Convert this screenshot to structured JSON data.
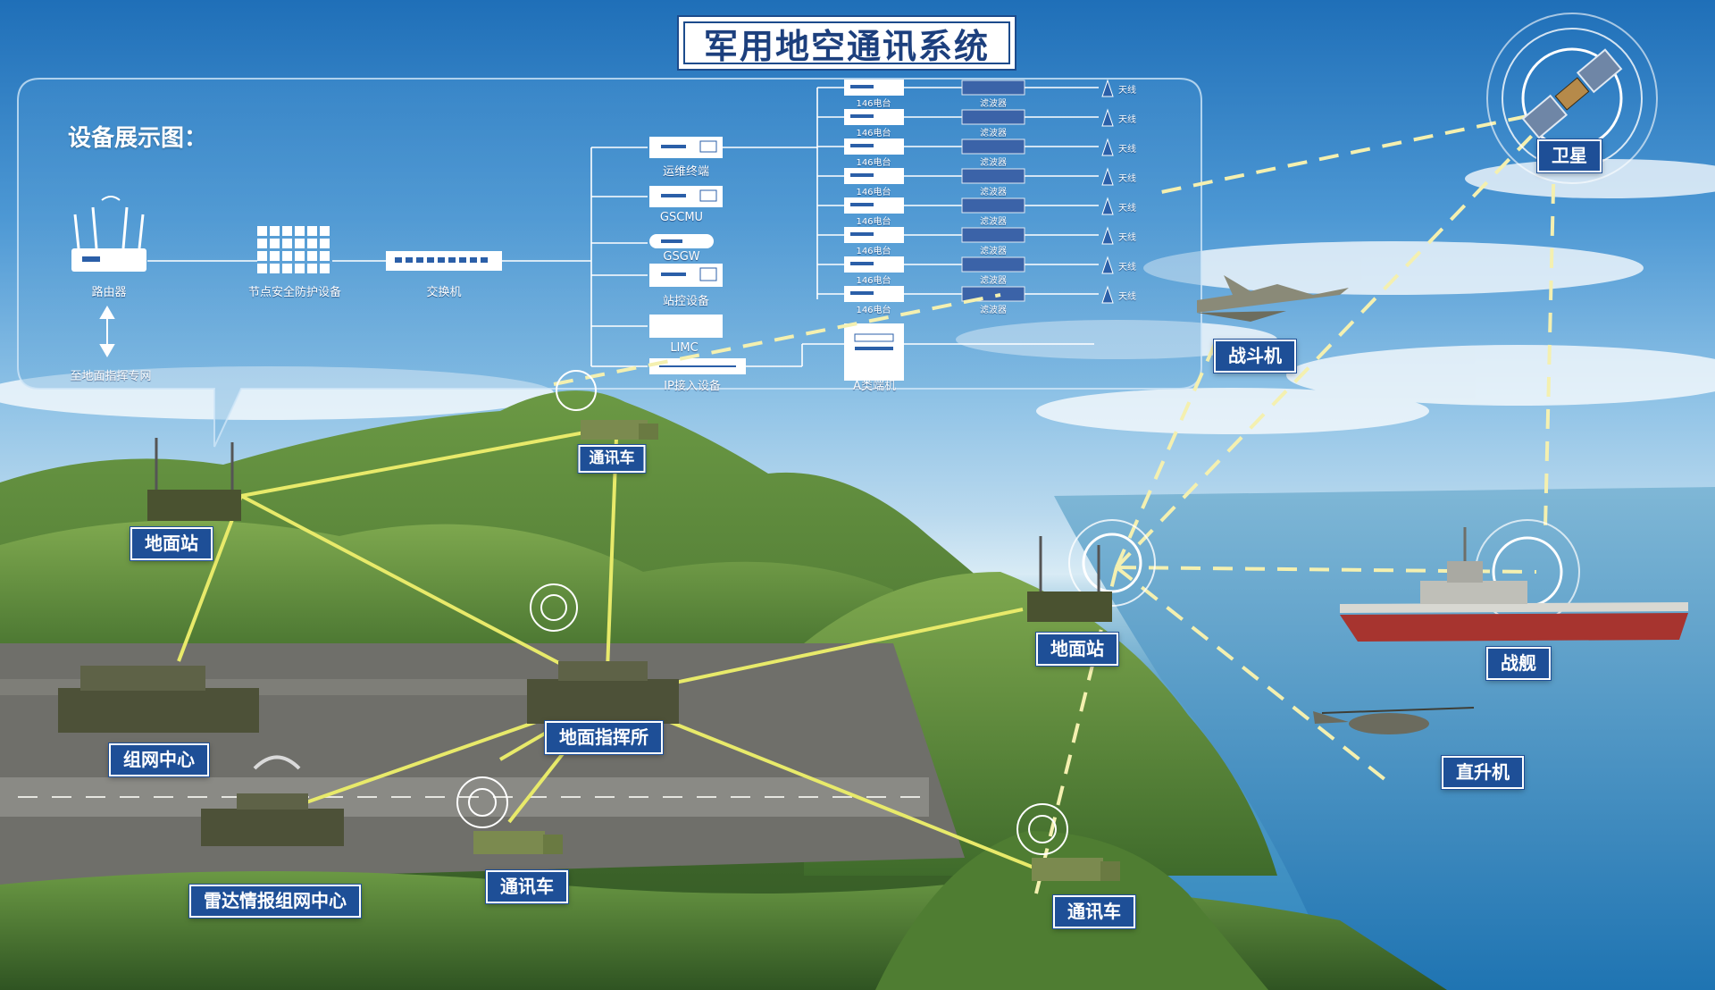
{
  "title": "军用地空通讯系统",
  "panel": {
    "title": "设备展示图：",
    "router": "路由器",
    "security": "节点安全防护设备",
    "switch": "交换机",
    "to_ground": "至地面指挥专网",
    "ops_terminal": "运维终端",
    "gscmu": "GSCMU",
    "gsgw": "GSGW",
    "station_ctrl": "站控设备",
    "limc": "LIMC",
    "ip_access": "IP接入设备",
    "a_terminal": "A类端机",
    "radio": "146电台",
    "filter": "滤波器",
    "antenna": "天线"
  },
  "scene_labels": {
    "satellite": "卫星",
    "fighter": "战斗机",
    "warship": "战舰",
    "helicopter": "直升机",
    "ground_station_left": "地面站",
    "ground_station_right": "地面站",
    "comm_truck_top": "通讯车",
    "comm_truck_mid": "通讯车",
    "comm_truck_right": "通讯车",
    "network_center": "组网中心",
    "command_post": "地面指挥所",
    "radar_center": "雷达情报组网中心"
  },
  "colors": {
    "sky_top": "#1f6fb8",
    "label_bg": "#1e4f97",
    "link_solid": "#e8ea6a",
    "link_dashed": "#f4f0b0",
    "hill": "#5f8a3a",
    "sea": "#2f86bf"
  }
}
